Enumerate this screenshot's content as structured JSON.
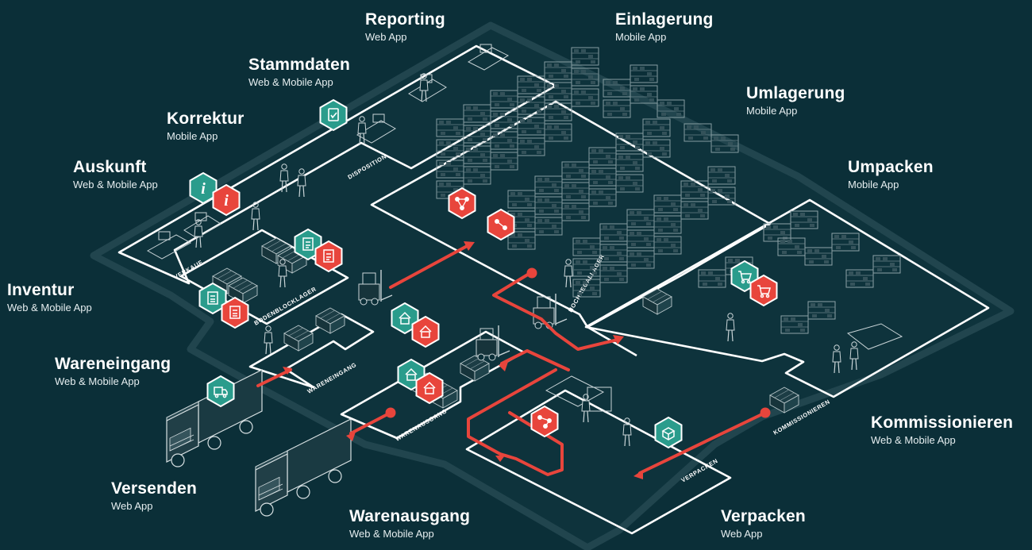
{
  "labels": [
    {
      "key": "reporting",
      "title": "Reporting",
      "sub": "Web App"
    },
    {
      "key": "einlagerung",
      "title": "Einlagerung",
      "sub": "Mobile App"
    },
    {
      "key": "stammdaten",
      "title": "Stammdaten",
      "sub": "Web & Mobile App"
    },
    {
      "key": "umlagerung",
      "title": "Umlagerung",
      "sub": "Mobile App"
    },
    {
      "key": "korrektur",
      "title": "Korrektur",
      "sub": "Mobile App"
    },
    {
      "key": "auskunft",
      "title": "Auskunft",
      "sub": "Web & Mobile App"
    },
    {
      "key": "umpacken",
      "title": "Umpacken",
      "sub": "Mobile App"
    },
    {
      "key": "inventur",
      "title": "Inventur",
      "sub": "Web & Mobile App"
    },
    {
      "key": "wareneingang",
      "title": "Wareneingang",
      "sub": "Web & Mobile App"
    },
    {
      "key": "kommissionieren",
      "title": "Kommissionieren",
      "sub": "Web & Mobile App"
    },
    {
      "key": "versenden",
      "title": "Versenden",
      "sub": "Web App"
    },
    {
      "key": "warenausgang",
      "title": "Warenausgang",
      "sub": "Web & Mobile App"
    },
    {
      "key": "verpacken",
      "title": "Verpacken",
      "sub": "Web App"
    }
  ],
  "zones": {
    "disposition": "DISPOSITION",
    "verkauf": "VERKAUF",
    "bodenblocklager": "BODENBLOCKLAGER",
    "wareneingang": "WARENEINGANG",
    "warenausgang": "WARENAUSGANG",
    "hochregallager": "HOCHREGALLAGER",
    "kommissionieren": "KOMMISSIONIEREN",
    "verpacken": "VERPACKEN"
  },
  "colors": {
    "background": "#0b2f38",
    "floor_outline": "#20444d",
    "lines": "#ffffff",
    "route": "#e8453c",
    "badge_teal": "#2a9c8c",
    "badge_red": "#e8453c"
  },
  "badges": [
    {
      "key": "stammdaten",
      "color": "teal",
      "icon": "document-icon"
    },
    {
      "key": "auskunft-web",
      "color": "teal",
      "icon": "info-icon"
    },
    {
      "key": "auskunft-mobile",
      "color": "red",
      "icon": "info-icon"
    },
    {
      "key": "inventur-web",
      "color": "teal",
      "icon": "list-icon"
    },
    {
      "key": "inventur-mobile",
      "color": "red",
      "icon": "list-icon"
    },
    {
      "key": "korrektur-web",
      "color": "teal",
      "icon": "edit-icon"
    },
    {
      "key": "korrektur-mobile",
      "color": "red",
      "icon": "edit-icon"
    },
    {
      "key": "wareneingang",
      "color": "teal",
      "icon": "truck-icon"
    },
    {
      "key": "einlagerung-1",
      "color": "red",
      "icon": "network-icon"
    },
    {
      "key": "einlagerung-2",
      "color": "red",
      "icon": "network-icon"
    },
    {
      "key": "wareneingang-forklift-web",
      "color": "teal",
      "icon": "house-icon"
    },
    {
      "key": "wareneingang-forklift-mobile",
      "color": "red",
      "icon": "house-icon"
    },
    {
      "key": "warenausgang-web",
      "color": "teal",
      "icon": "house-icon"
    },
    {
      "key": "warenausgang-mobile",
      "color": "red",
      "icon": "house-icon"
    },
    {
      "key": "umpacken-web",
      "color": "teal",
      "icon": "cart-icon"
    },
    {
      "key": "umpacken-mobile",
      "color": "red",
      "icon": "cart-icon"
    },
    {
      "key": "verpacken",
      "color": "red",
      "icon": "network-icon"
    },
    {
      "key": "verpacken-box",
      "color": "teal",
      "icon": "box-icon"
    }
  ]
}
